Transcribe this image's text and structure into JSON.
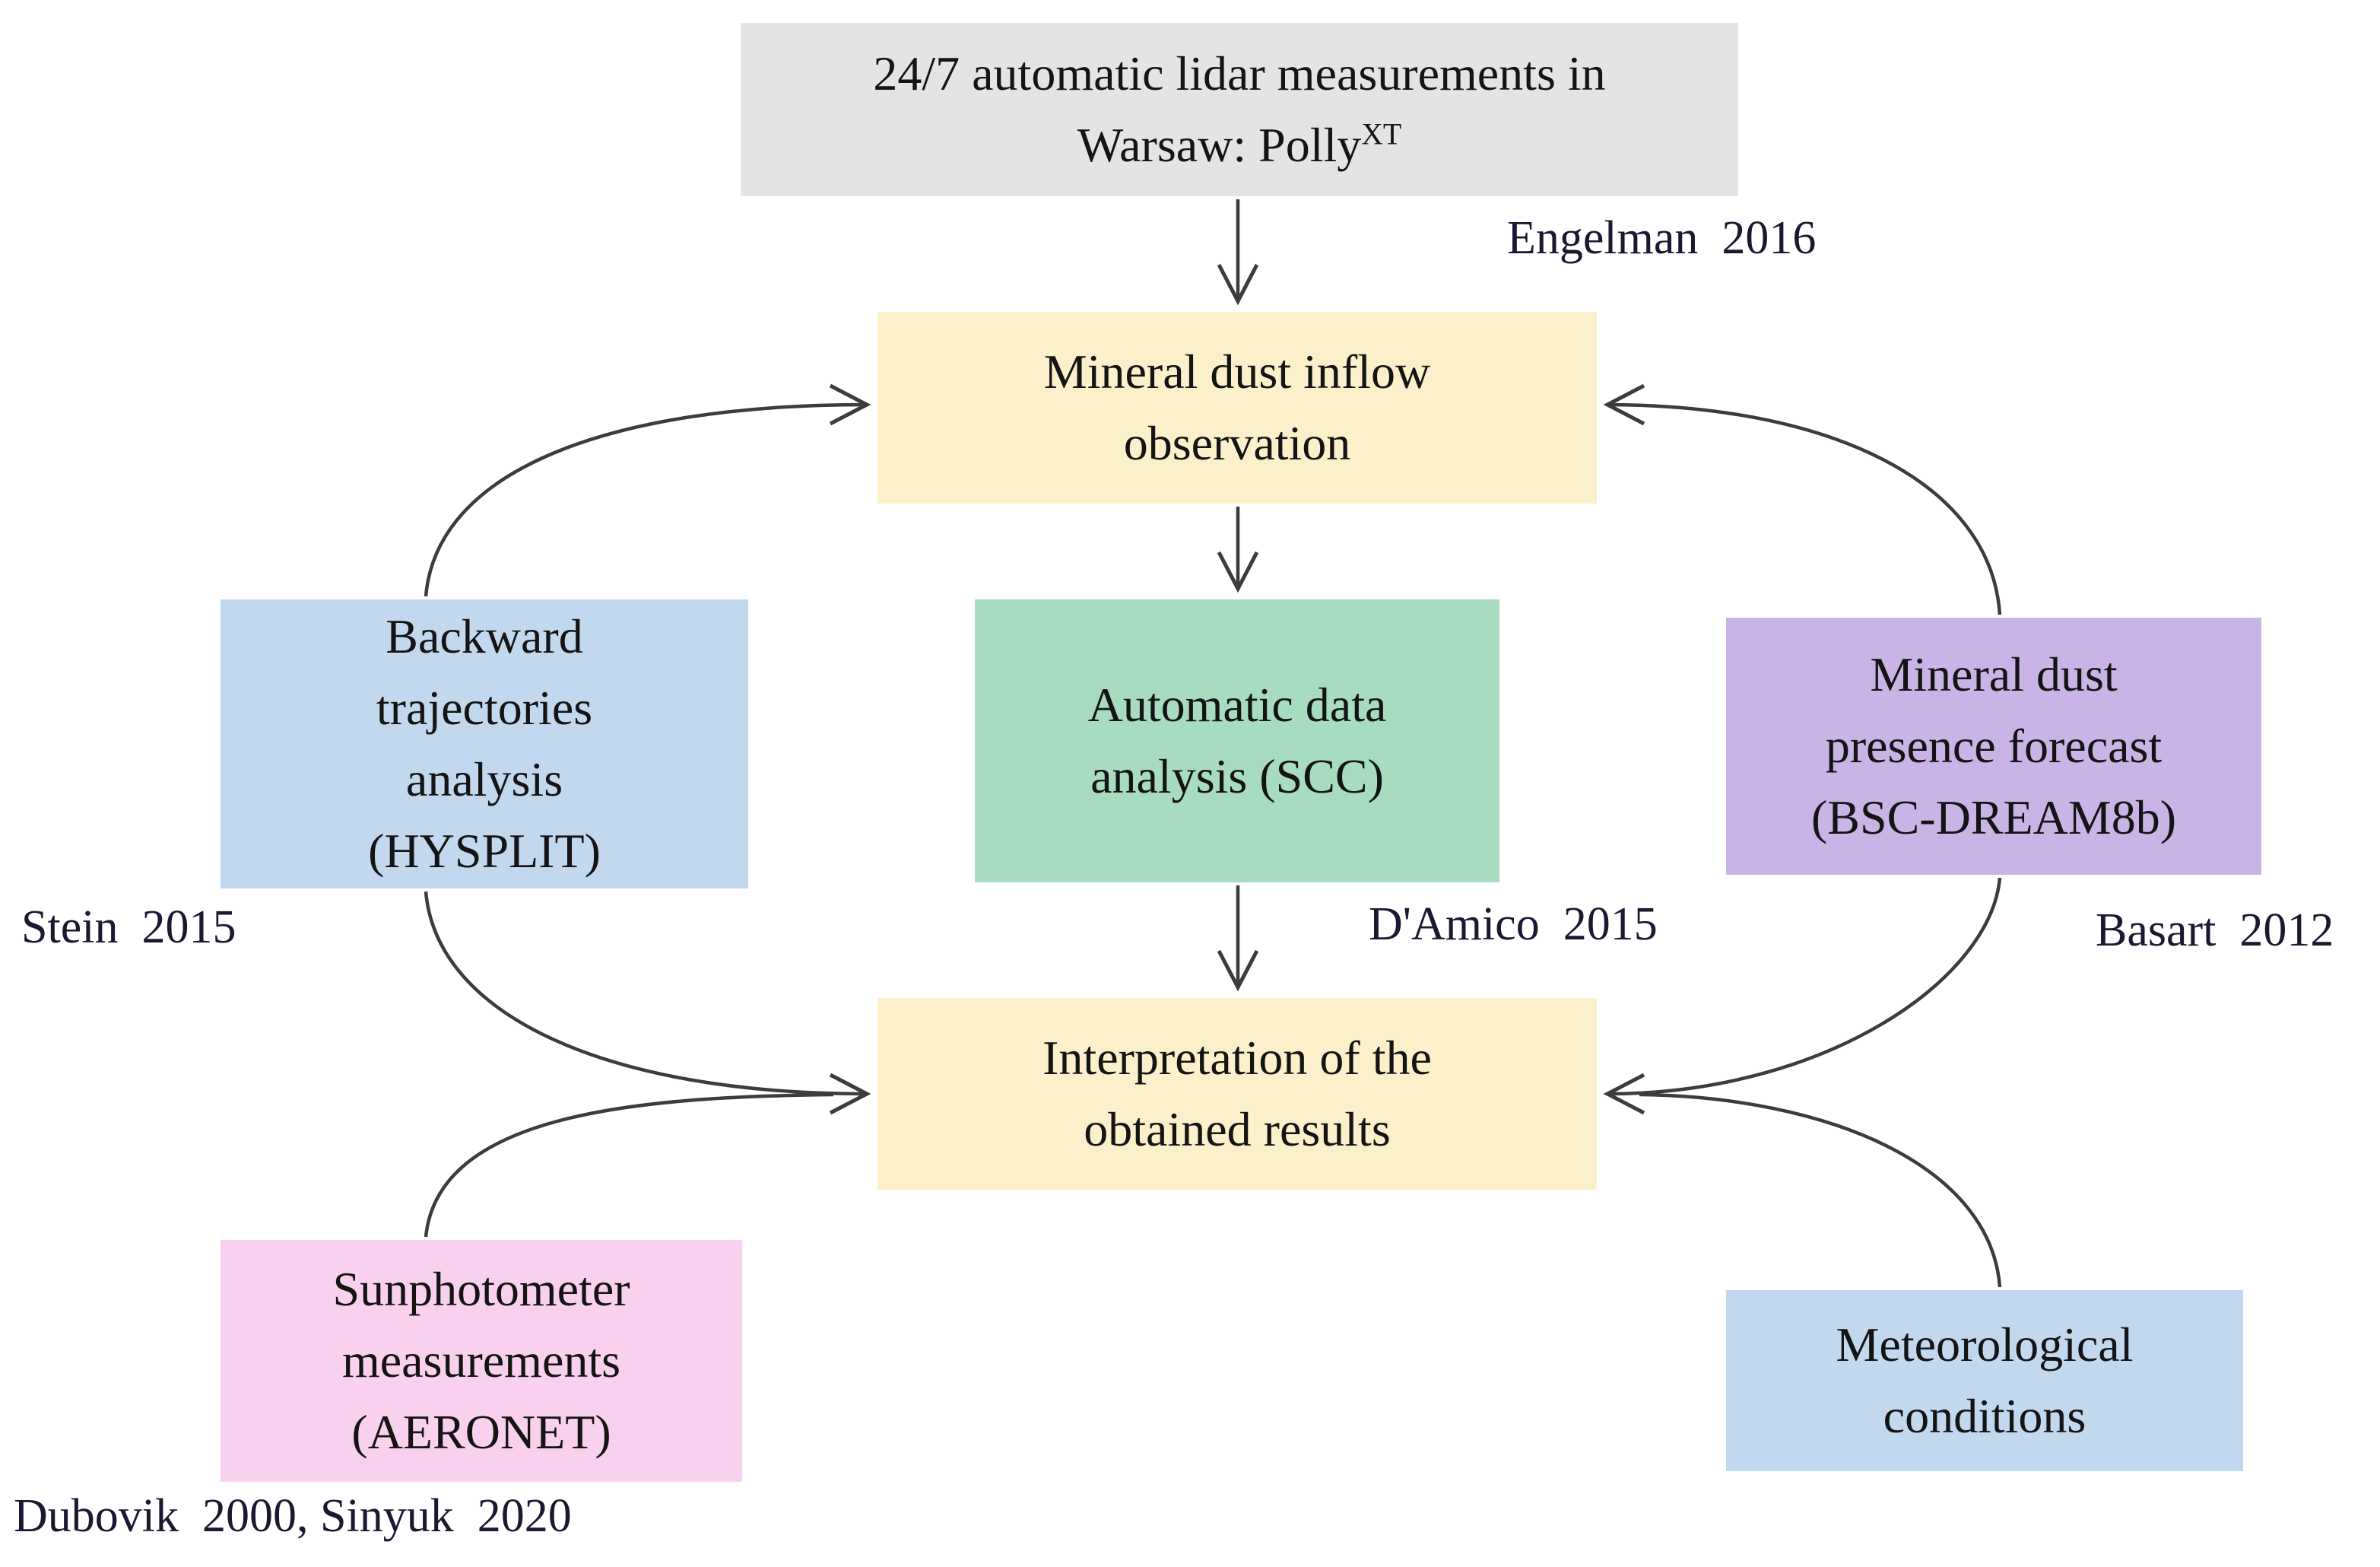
{
  "palette": {
    "background": "#ffffff",
    "arrow": "#3c3c3c",
    "node_text": "#141414",
    "citation_text": "#191932",
    "gray": "#e4e4e4",
    "yellow": "#fbf0ca",
    "blue": "#c2d8ee",
    "green": "#a8dcc0",
    "purple": "#cab4e6",
    "pink": "#f9d1ee"
  },
  "nodes": {
    "lidar": {
      "line1": "24/7 automatic lidar measurements in",
      "line2": "Warsaw: Polly",
      "line2_sup": "XT",
      "bg": "#e4e4e4"
    },
    "inflow": {
      "lines": [
        "Mineral dust inflow",
        "observation"
      ],
      "bg": "#fbf0ca"
    },
    "hysplit": {
      "lines": [
        "Backward",
        "trajectories",
        "analysis",
        "(HYSPLIT)"
      ],
      "bg": "#c2d8ee"
    },
    "scc": {
      "lines": [
        "Automatic data",
        "analysis (SCC)"
      ],
      "bg": "#a8dcc0"
    },
    "bsc": {
      "lines": [
        "Mineral dust",
        "presence forecast",
        "(BSC-DREAM8b)"
      ],
      "bg": "#cab4e6"
    },
    "interpretation": {
      "lines": [
        "Interpretation of the",
        "obtained results"
      ],
      "bg": "#fbf0ca"
    },
    "aeronet": {
      "lines": [
        "Sunphotometer",
        "measurements",
        "(AERONET)"
      ],
      "bg": "#f9d1ee"
    },
    "meteo": {
      "lines": [
        "Meteorological",
        "conditions"
      ],
      "bg": "#c2d8ee"
    }
  },
  "citations": {
    "engelman": "Engelman  2016",
    "stein": "Stein  2015",
    "damico": "D'Amico  2015",
    "basart": "Basart  2012",
    "dubovik": "Dubovik  2000, Sinyuk  2020"
  }
}
